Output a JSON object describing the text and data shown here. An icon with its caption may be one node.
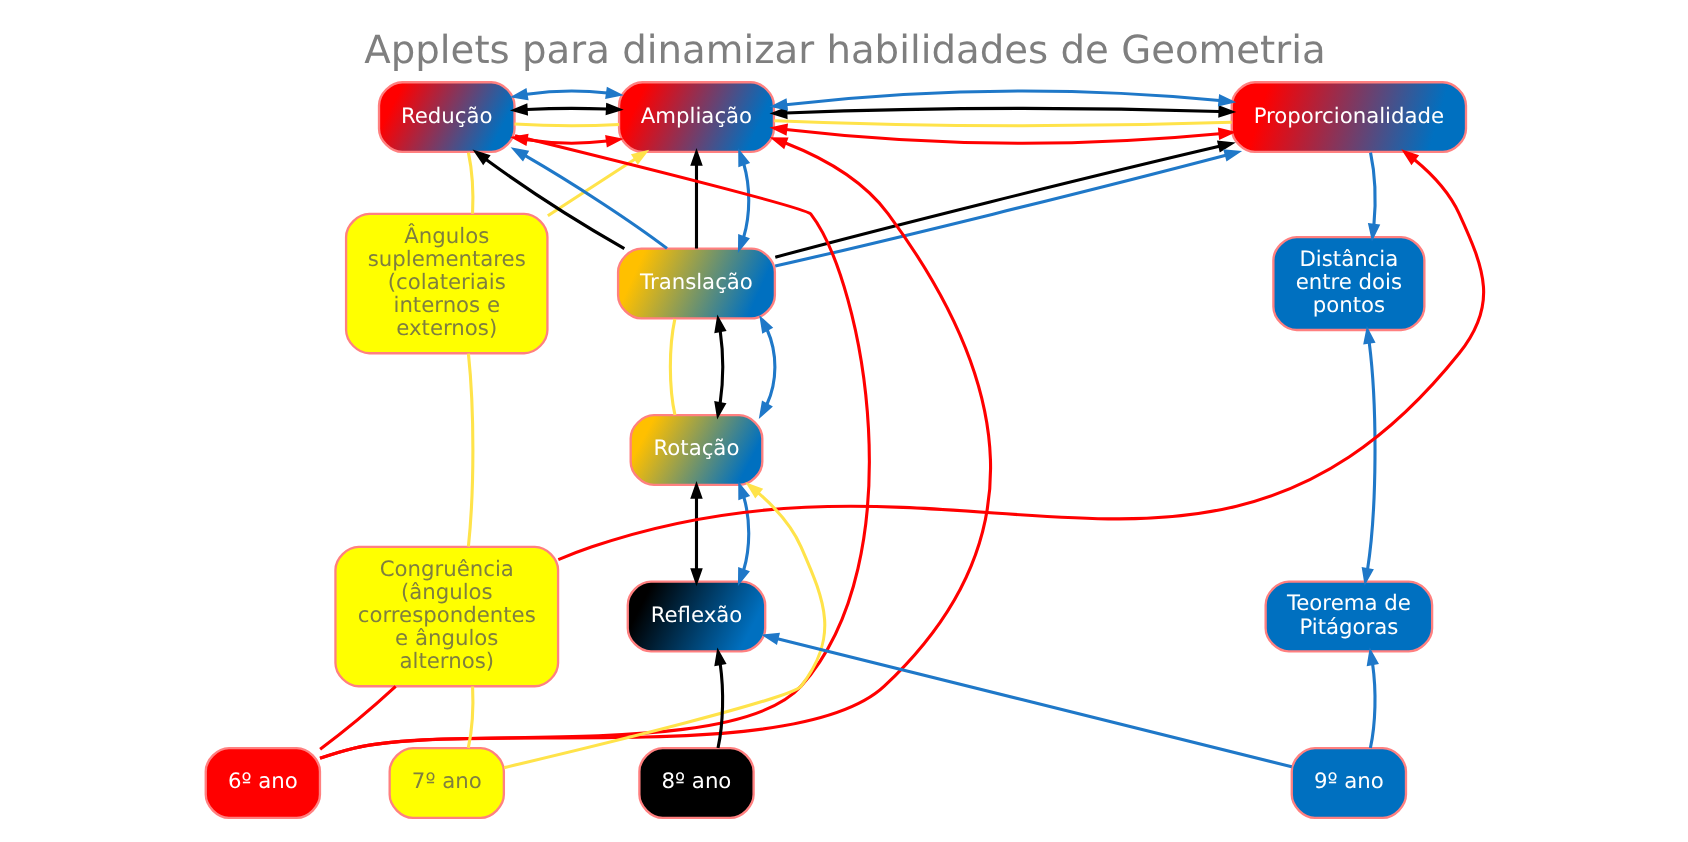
{
  "diagram": {
    "title": "Applets para dinamizar habilidades de Geometria",
    "nodes": [
      {
        "text": [
          "Redução"
        ]
      },
      {
        "text": [
          "Ampliação"
        ]
      },
      {
        "text": [
          "Proporcionalidade"
        ]
      },
      {
        "text": [
          "Ângulos suplementares (colateriais internos e externos)"
        ]
      },
      {
        "text": [
          "Translação"
        ]
      },
      {
        "text": [
          "Rotação"
        ]
      },
      {
        "text": [
          "Distância entre dois pontos"
        ]
      },
      {
        "text": [
          "Congruência (ângulos correspondentes e ângulos alternos)"
        ]
      },
      {
        "text": [
          "Reflexão"
        ]
      },
      {
        "text": [
          "Teorema de Pitágoras"
        ]
      },
      {
        "text": [
          "6º ano"
        ]
      },
      {
        "text": [
          "7º ano"
        ]
      },
      {
        "text": [
          "8º ano"
        ]
      },
      {
        "text": [
          "9º ano"
        ]
      }
    ],
    "edges": [
      {
        "from": 0,
        "to": 1,
        "arrow": "both",
        "color": "#ff0000"
      },
      {
        "from": 0,
        "to": 1,
        "arrow": "none",
        "color": "#ffe34a"
      },
      {
        "from": 0,
        "to": 1,
        "arrow": "both",
        "color": "#000000"
      },
      {
        "from": 0,
        "to": 1,
        "arrow": "both",
        "color": "#1f78c8"
      },
      {
        "from": 1,
        "to": 2,
        "arrow": "both",
        "color": "#ff0000"
      },
      {
        "from": 1,
        "to": 2,
        "arrow": "none",
        "color": "#ffe34a"
      },
      {
        "from": 1,
        "to": 2,
        "arrow": "both",
        "color": "#000000"
      },
      {
        "from": 1,
        "to": 2,
        "arrow": "both",
        "color": "#1f78c8"
      },
      {
        "from": 10,
        "to": 0,
        "arrow": "none",
        "color": "#ff0000"
      },
      {
        "from": 10,
        "to": 1,
        "arrow": "to",
        "color": "#ff0000"
      },
      {
        "from": 10,
        "to": 7,
        "arrow": "none",
        "color": "#ff0000"
      },
      {
        "from": 7,
        "to": 2,
        "arrow": "to",
        "color": "#ff0000"
      },
      {
        "from": 3,
        "to": 0,
        "arrow": "none",
        "color": "#ffe34a"
      },
      {
        "from": 3,
        "to": 1,
        "arrow": "to",
        "color": "#ffe34a"
      },
      {
        "from": 7,
        "to": 3,
        "arrow": "none",
        "color": "#ffe34a"
      },
      {
        "from": 11,
        "to": 7,
        "arrow": "none",
        "color": "#ffe34a"
      },
      {
        "from": 11,
        "to": 5,
        "arrow": "to",
        "color": "#ffe34a"
      },
      {
        "from": 5,
        "to": 4,
        "arrow": "none",
        "color": "#ffe34a"
      },
      {
        "from": 4,
        "to": 0,
        "arrow": "to",
        "color": "#000000"
      },
      {
        "from": 4,
        "to": 1,
        "arrow": "to",
        "color": "#000000"
      },
      {
        "from": 4,
        "to": 2,
        "arrow": "to",
        "color": "#000000"
      },
      {
        "from": 4,
        "to": 5,
        "arrow": "both",
        "color": "#000000"
      },
      {
        "from": 5,
        "to": 8,
        "arrow": "both",
        "color": "#000000"
      },
      {
        "from": 12,
        "to": 8,
        "arrow": "to",
        "color": "#000000"
      },
      {
        "from": 4,
        "to": 0,
        "arrow": "to",
        "color": "#1f78c8"
      },
      {
        "from": 4,
        "to": 1,
        "arrow": "both",
        "color": "#1f78c8"
      },
      {
        "from": 4,
        "to": 2,
        "arrow": "to",
        "color": "#1f78c8"
      },
      {
        "from": 4,
        "to": 5,
        "arrow": "both",
        "color": "#1f78c8"
      },
      {
        "from": 5,
        "to": 8,
        "arrow": "both",
        "color": "#1f78c8"
      },
      {
        "from": 2,
        "to": 6,
        "arrow": "to",
        "color": "#1f78c8"
      },
      {
        "from": 6,
        "to": 9,
        "arrow": "both",
        "color": "#1f78c8"
      },
      {
        "from": 13,
        "to": 9,
        "arrow": "to",
        "color": "#1f78c8"
      },
      {
        "from": 13,
        "to": 8,
        "arrow": "to",
        "color": "#1f78c8"
      }
    ]
  }
}
